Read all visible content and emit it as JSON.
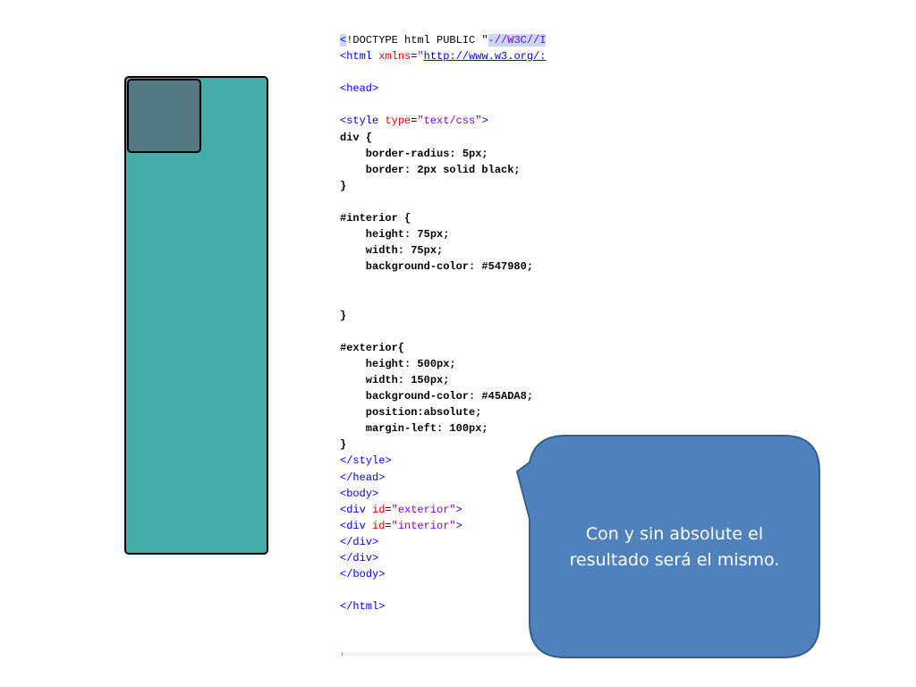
{
  "demo": {
    "exterior_color": "#45ADA8",
    "interior_color": "#547980",
    "border_color": "#000000"
  },
  "code": {
    "lines": [
      [
        {
          "t": "<",
          "c": "tag",
          "hl": true
        },
        {
          "t": "!DOCTYPE html PUBLIC ",
          "c": "plain"
        },
        {
          "t": "\"",
          "c": "plain"
        },
        {
          "t": "-//W3C//I",
          "c": "str",
          "hl": true
        }
      ],
      [
        {
          "t": "<html ",
          "c": "tag"
        },
        {
          "t": "xmlns",
          "c": "attr"
        },
        {
          "t": "=",
          "c": "plain"
        },
        {
          "t": "\"",
          "c": "str"
        },
        {
          "t": "http://www.w3.org/:",
          "c": "link"
        }
      ],
      [
        {
          "t": "",
          "c": "plain"
        }
      ],
      [
        {
          "t": "<head>",
          "c": "tag"
        }
      ],
      [
        {
          "t": "",
          "c": "plain"
        }
      ],
      [
        {
          "t": "<style ",
          "c": "tag"
        },
        {
          "t": "type",
          "c": "attr"
        },
        {
          "t": "=",
          "c": "plain"
        },
        {
          "t": "\"text/css\"",
          "c": "str"
        },
        {
          "t": ">",
          "c": "tag"
        }
      ],
      [
        {
          "t": "div {",
          "c": "bold"
        }
      ],
      [
        {
          "t": "    border-radius: 5px;",
          "c": "bold"
        }
      ],
      [
        {
          "t": "    border: 2px solid black;",
          "c": "bold"
        }
      ],
      [
        {
          "t": "}",
          "c": "bold"
        }
      ],
      [
        {
          "t": "",
          "c": "plain"
        }
      ],
      [
        {
          "t": "#interior {",
          "c": "bold"
        }
      ],
      [
        {
          "t": "    height: 75px;",
          "c": "bold"
        }
      ],
      [
        {
          "t": "    width: 75px;",
          "c": "bold"
        }
      ],
      [
        {
          "t": "    background-color: #547980;",
          "c": "bold"
        }
      ],
      [
        {
          "t": "",
          "c": "plain"
        }
      ],
      [
        {
          "t": "",
          "c": "plain"
        }
      ],
      [
        {
          "t": "}",
          "c": "bold"
        }
      ],
      [
        {
          "t": "",
          "c": "plain"
        }
      ],
      [
        {
          "t": "#exterior{",
          "c": "bold"
        }
      ],
      [
        {
          "t": "    height: 500px;",
          "c": "bold"
        }
      ],
      [
        {
          "t": "    width: 150px;",
          "c": "bold"
        }
      ],
      [
        {
          "t": "    background-color: #45ADA8;",
          "c": "bold"
        }
      ],
      [
        {
          "t": "    position:absolute;",
          "c": "bold"
        }
      ],
      [
        {
          "t": "    margin-left: 100px;",
          "c": "bold"
        }
      ],
      [
        {
          "t": "}",
          "c": "bold"
        }
      ],
      [
        {
          "t": "</style>",
          "c": "tag"
        }
      ],
      [
        {
          "t": "</head>",
          "c": "tag"
        }
      ],
      [
        {
          "t": "<body>",
          "c": "tag"
        }
      ],
      [
        {
          "t": "<div ",
          "c": "tag"
        },
        {
          "t": "id",
          "c": "attr"
        },
        {
          "t": "=",
          "c": "plain"
        },
        {
          "t": "\"exterior\"",
          "c": "str"
        },
        {
          "t": ">",
          "c": "tag"
        }
      ],
      [
        {
          "t": "<div ",
          "c": "tag"
        },
        {
          "t": "id",
          "c": "attr"
        },
        {
          "t": "=",
          "c": "plain"
        },
        {
          "t": "\"interior\"",
          "c": "str"
        },
        {
          "t": ">",
          "c": "tag"
        }
      ],
      [
        {
          "t": "</div>",
          "c": "tag"
        }
      ],
      [
        {
          "t": "</div>",
          "c": "tag"
        }
      ],
      [
        {
          "t": "</body>",
          "c": "tag"
        }
      ],
      [
        {
          "t": "",
          "c": "plain"
        }
      ],
      [
        {
          "t": "</html>",
          "c": "tag"
        }
      ]
    ]
  },
  "callout": {
    "text_line1": "Con y sin absolute el",
    "text_line2": "resultado será el mismo.",
    "fill_color": "#4F81BD",
    "stroke_color": "#385D8A"
  }
}
